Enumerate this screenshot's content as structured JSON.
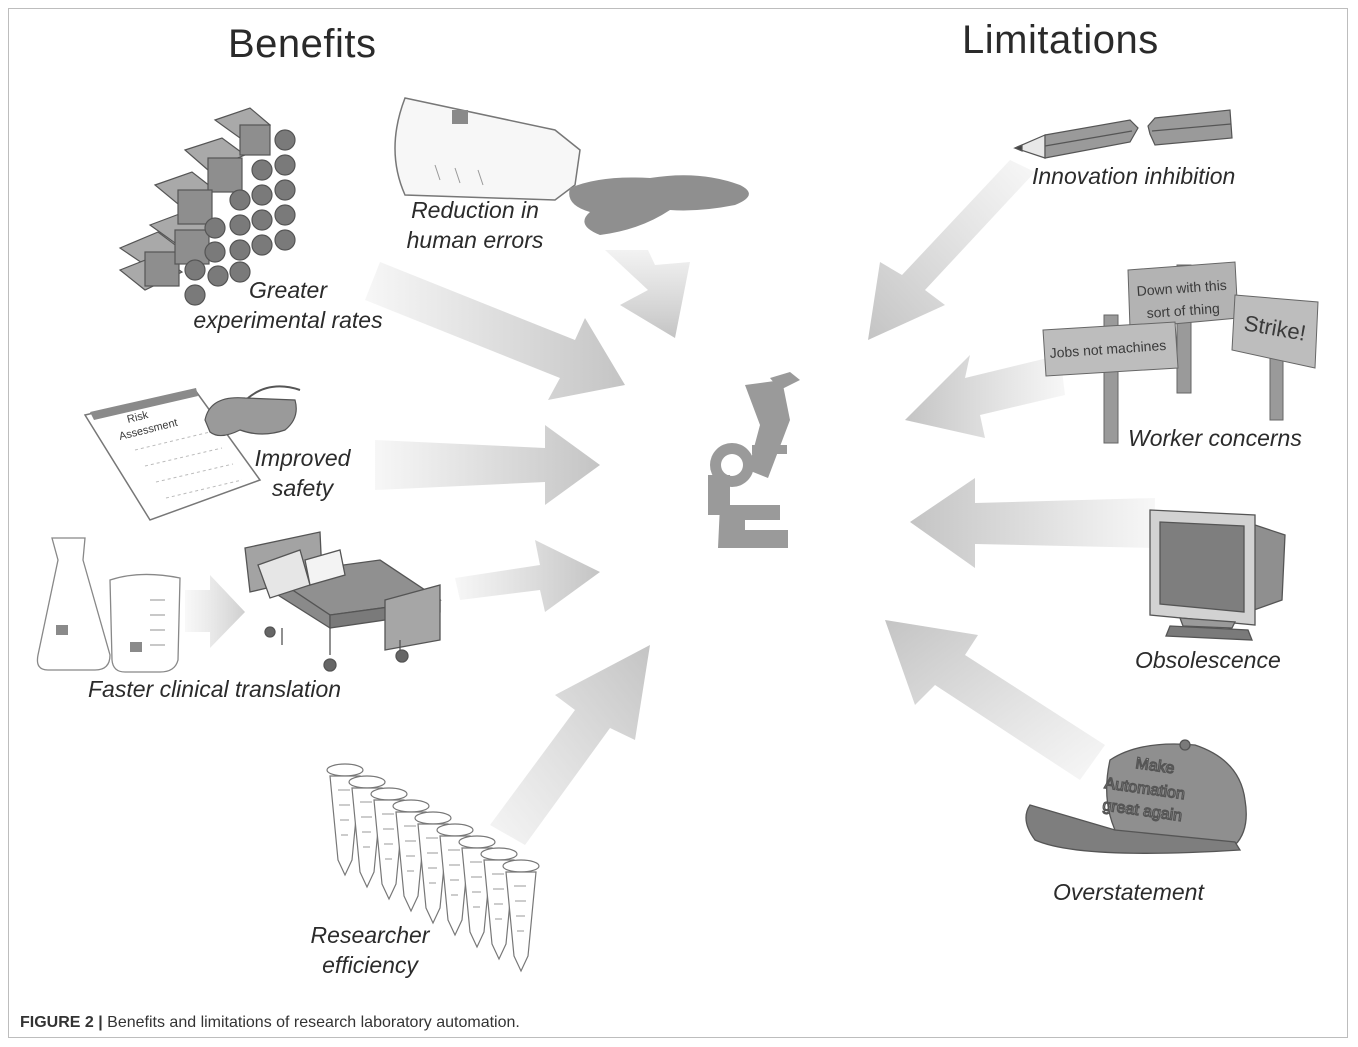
{
  "headings": {
    "benefits": "Benefits",
    "limitations": "Limitations"
  },
  "benefits": {
    "greater_rates": [
      "Greater",
      "experimental rates"
    ],
    "human_errors": [
      "Reduction in",
      "human errors"
    ],
    "safety": [
      "Improved",
      "safety"
    ],
    "clinical": "Faster clinical translation",
    "efficiency": [
      "Researcher",
      "efficiency"
    ]
  },
  "limitations": {
    "innovation": "Innovation inhibition",
    "worker": "Worker concerns",
    "obsolescence": "Obsolescence",
    "overstatement": "Overstatement"
  },
  "signs": {
    "left": "Jobs not machines",
    "middle": [
      "Down with this",
      "sort of thing"
    ],
    "right": "Strike!"
  },
  "cap_text": [
    "Make",
    "Automation",
    "great again"
  ],
  "clipboard_text": [
    "Risk",
    "Assessment"
  ],
  "caption": {
    "label": "FIGURE 2 |",
    "text": " Benefits and limitations of research laboratory automation."
  },
  "colors": {
    "arrow": "#c4c4c4",
    "illustration": "#9a9a9a",
    "dark": "#6e6e6e"
  }
}
